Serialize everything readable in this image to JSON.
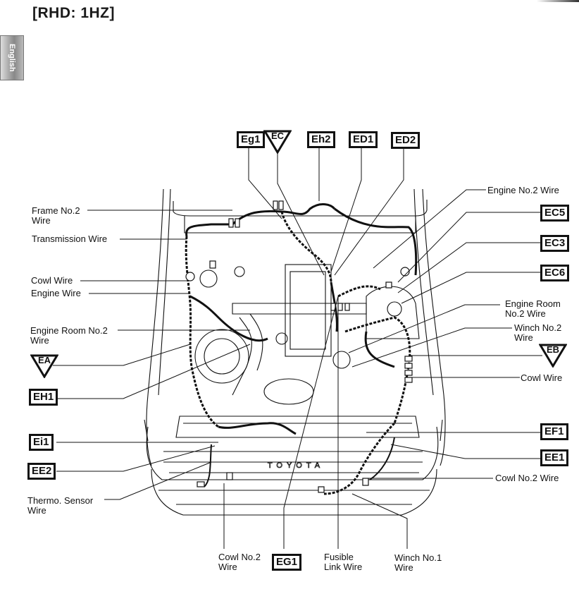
{
  "header": {
    "title": "[RHD: 1HZ]",
    "language_tab": "English"
  },
  "callouts_top": [
    {
      "code": "Eg1",
      "shape": "box"
    },
    {
      "code": "EC",
      "shape": "triangle"
    },
    {
      "code": "Eh2",
      "shape": "box"
    },
    {
      "code": "ED1",
      "shape": "box"
    },
    {
      "code": "ED2",
      "shape": "box"
    }
  ],
  "labels_left": {
    "frame_no2": "Frame No.2\nWire",
    "transmission": "Transmission Wire",
    "cowl": "Cowl Wire",
    "engine": "Engine Wire",
    "engine_room_no2": "Engine Room No.2\nWire",
    "ea": "EA",
    "eh1": "EH1",
    "ei1": "Ei1",
    "ee2": "EE2",
    "thermo_sensor": "Thermo. Sensor\nWire"
  },
  "labels_right": {
    "engine_no2": "Engine No.2 Wire",
    "ec5": "EC5",
    "ec3": "EC3",
    "ec6": "EC6",
    "engine_room_no2": "Engine Room\nNo.2 Wire",
    "winch_no2": "Winch No.2\nWire",
    "eb": "EB",
    "cowl": "Cowl Wire",
    "ef1": "EF1",
    "ee1": "EE1",
    "cowl_no2": "Cowl No.2 Wire"
  },
  "labels_bottom": {
    "cowl_no2": "Cowl No.2\nWire",
    "eg1": "EG1",
    "fusible_link": "Fusible\nLink Wire",
    "winch_no1": "Winch No.1\nWire"
  },
  "vehicle_badge": "TOYOTA",
  "colors": {
    "ink": "#111111",
    "paper": "#ffffff",
    "tab": "#888888"
  }
}
